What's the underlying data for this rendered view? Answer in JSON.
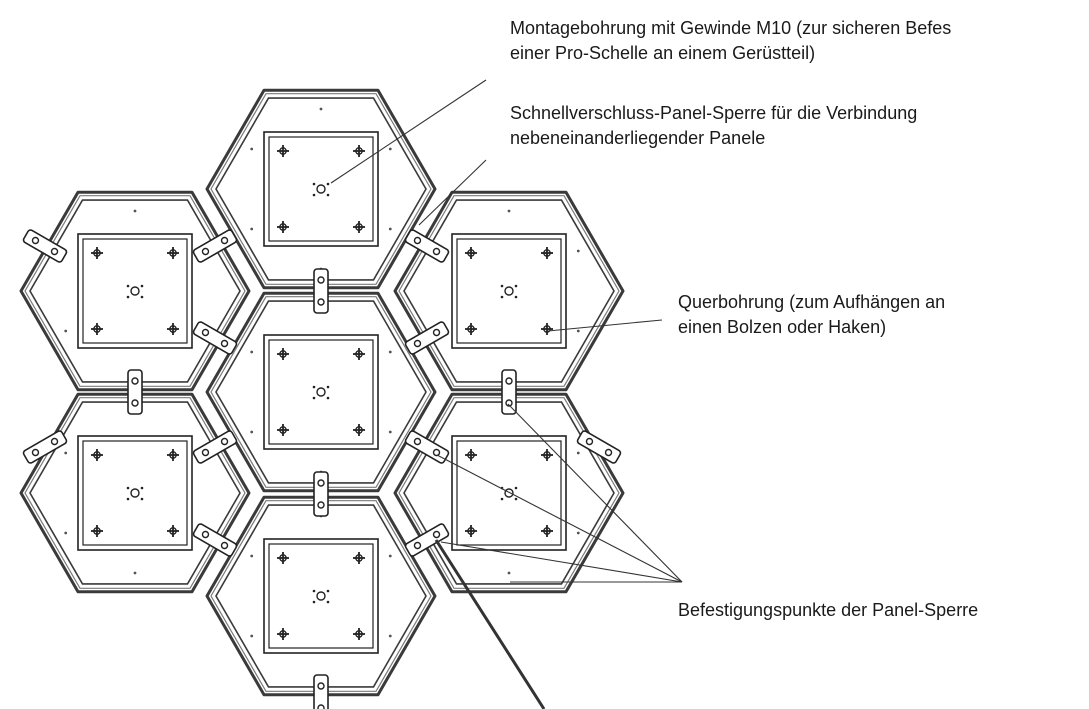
{
  "annotations": {
    "mounting_hole": {
      "line1": "Montagebohrung mit Gewinde M10 (zur sicheren Befes",
      "line2": "einer Pro-Schelle an einem Gerüstteil)"
    },
    "panel_lock": {
      "line1": "Schnellverschluss-Panel-Sperre für die Verbindung",
      "line2": "nebeneinanderliegender Panele"
    },
    "cross_hole": {
      "line1": "Querbohrung (zum Aufhängen an",
      "line2": "einen Bolzen oder Haken)"
    },
    "lock_points": {
      "line1": "Befestigungspunkte der Panel-Sperre"
    }
  },
  "colors": {
    "line": "#222222",
    "frame": "#3a3a3a",
    "text": "#1a1a1a",
    "background": "#ffffff"
  }
}
